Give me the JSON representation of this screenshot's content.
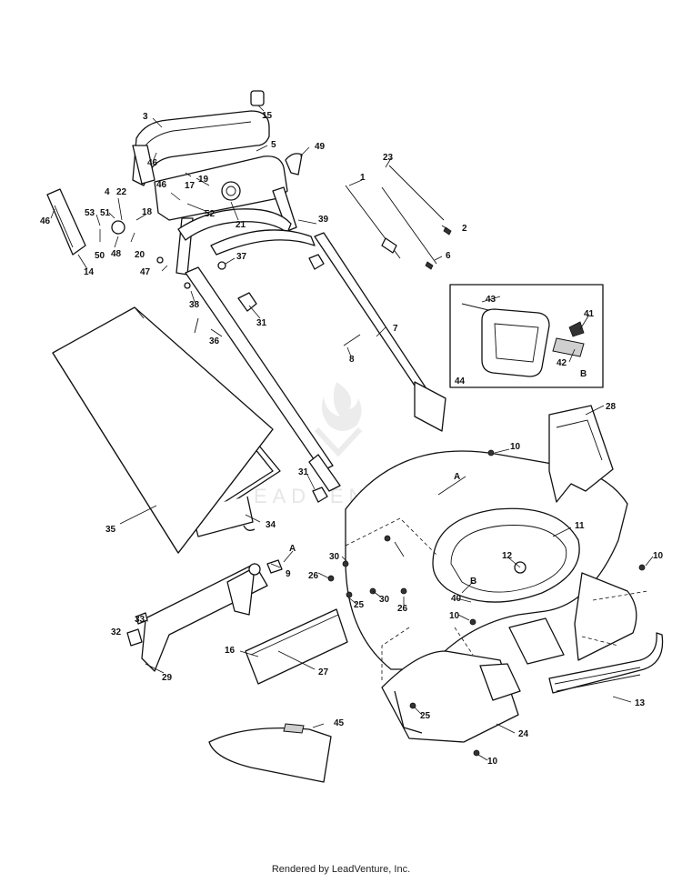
{
  "footer": {
    "rendered_by": "Rendered by LeadVenture, Inc."
  },
  "watermark": {
    "text": "LEADVENTURE"
  },
  "inset": {
    "ref": "44",
    "label_b": "B"
  },
  "callouts": {
    "n1": "1",
    "n2": "2",
    "n3": "3",
    "n4": "4",
    "n5": "5",
    "n6": "6",
    "n7": "7",
    "n8": "8",
    "n9": "9",
    "n10": "10",
    "n11": "11",
    "n12": "12",
    "n13": "13",
    "n14": "14",
    "n15": "15",
    "n16": "16",
    "n17": "17",
    "n18": "18",
    "n19": "19",
    "n20": "20",
    "n21": "21",
    "n22": "22",
    "n23": "23",
    "n24": "24",
    "n25": "25",
    "n26": "26",
    "n27": "27",
    "n28": "28",
    "n29": "29",
    "n30": "30",
    "n31": "31",
    "n32": "32",
    "n33": "33",
    "n34": "34",
    "n35": "35",
    "n36": "36",
    "n37": "37",
    "n38": "38",
    "n39": "39",
    "n40": "40",
    "n41": "41",
    "n42": "42",
    "n43": "43",
    "n45": "45",
    "n46": "46",
    "n47": "47",
    "n48": "48",
    "n49": "49",
    "n50": "50",
    "n51": "51",
    "n52": "52",
    "n53": "53",
    "ref_a": "A",
    "ref_b": "B"
  },
  "colors": {
    "line": "#111111",
    "background": "#ffffff",
    "watermark": "#e8e8e8"
  }
}
